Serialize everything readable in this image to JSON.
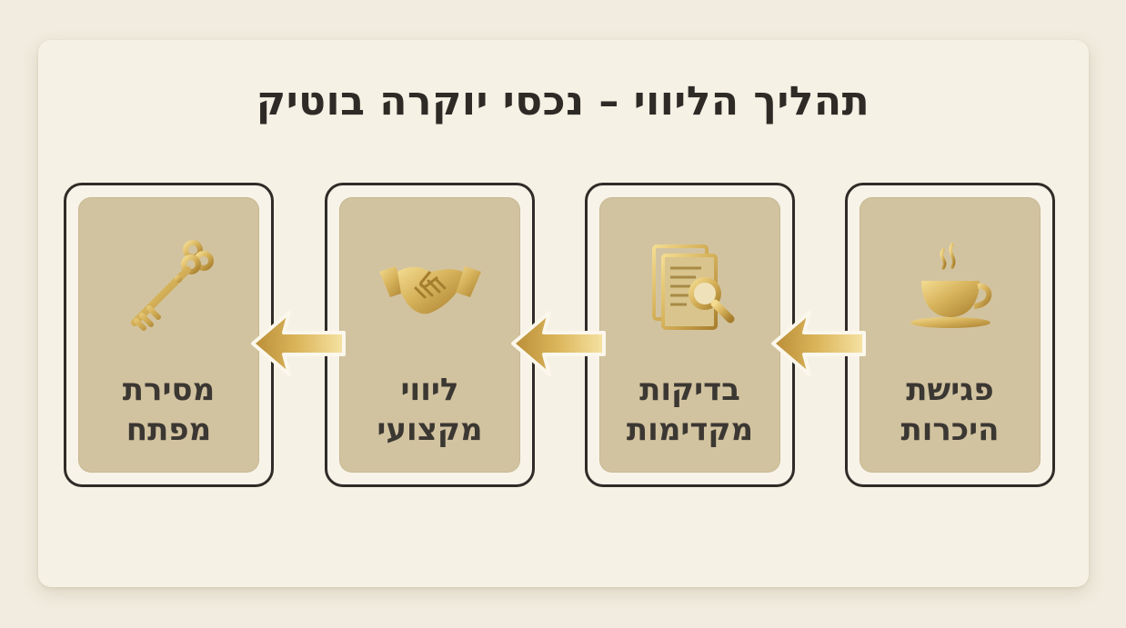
{
  "title": "תהליך הליווי – נכסי יוקרה בוטיק",
  "steps": [
    {
      "line1": "פגישת",
      "line2": "היכרות",
      "icon": "coffee-cup-icon"
    },
    {
      "line1": "בדיקות",
      "line2": "מקדימות",
      "icon": "document-magnifier-icon"
    },
    {
      "line1": "ליווי",
      "line2": "מקצועי",
      "icon": "handshake-icon"
    },
    {
      "line1": "מסירת",
      "line2": "מפתח",
      "icon": "key-icon"
    }
  ],
  "colors": {
    "gold": "#c9a043",
    "card_fill": "#d2c3a0",
    "border": "#2f2c28"
  }
}
